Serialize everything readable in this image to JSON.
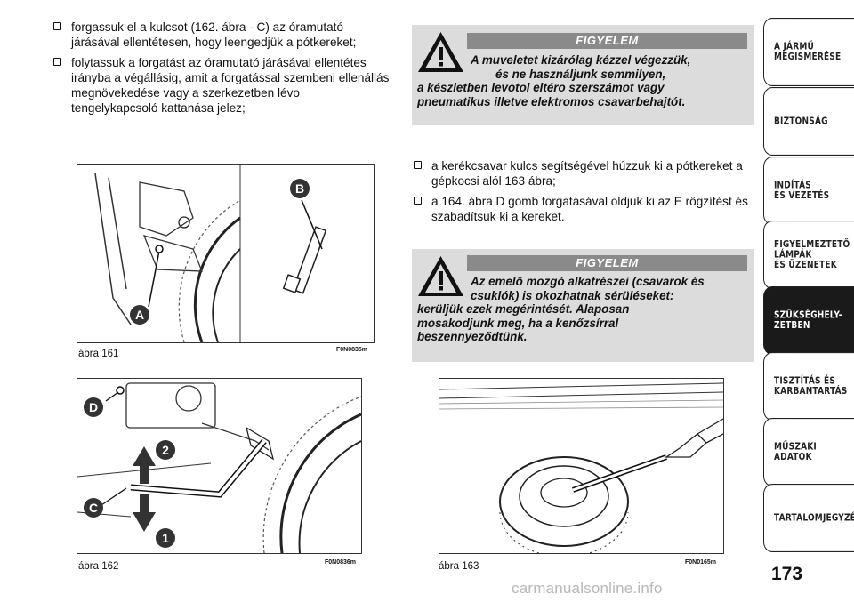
{
  "left_bullets": [
    {
      "text": "forgassuk el a kulcsot (162. ábra - C) az óramutató járásával ellentétesen, hogy leengedjük a pótkereket;"
    },
    {
      "text": "folytassuk a forgatást az óramutató járásával ellentétes irányba a végállásig, amit a forgatással szembeni ellenállás megnövekedése vagy a szerkezetben lévo tengelykapcsoló kattanása jelez;"
    }
  ],
  "right_bullets": [
    {
      "text": "a kerékcsavar kulcs segítségével húzzuk ki a pótkereket a gépkocsi alól 163 ábra;"
    },
    {
      "text": "a 164. ábra D gomb forgatásával oldjuk ki az E rögzítést és szabadítsuk ki a kereket."
    }
  ],
  "warning1": {
    "header": "FIGYELEM",
    "line1": "A muveletet kizárólag kézzel végezzük,",
    "line2": "és ne használjunk semmilyen,",
    "line3": "a készletben levotol eltéro szerszámot vagy",
    "line4": "pneumatikus illetve elektromos csavarbehajtót."
  },
  "warning2": {
    "header": "FIGYELEM",
    "line1": "Az emelő mozgó alkatrészei (csavarok és",
    "line2": "csuklók) is okozhatnak sérüléseket:",
    "line3": "kerüljük ezek megérintését. Alaposan",
    "line4": "mosakodjunk meg, ha a kenőzsírral",
    "line5": "beszennyeződtünk."
  },
  "figures": {
    "fig161": {
      "caption": "ábra 161",
      "code": "F0N0835m",
      "label_a": "A",
      "label_b": "B"
    },
    "fig162": {
      "caption": "ábra 162",
      "code": "F0N0836m",
      "label_d": "D",
      "label_c": "C",
      "label_1": "1",
      "label_2": "2"
    },
    "fig163": {
      "caption": "ábra 163",
      "code": "F0N0165m"
    }
  },
  "sidebar": {
    "tabs": [
      {
        "label": "A JÁRMŰ\nMEGISMERÉSE",
        "active": false
      },
      {
        "label": "BIZTONSÁG",
        "active": false
      },
      {
        "label": "INDÍTÁS\nÉS VEZETÉS",
        "active": false
      },
      {
        "label": "FIGYELMEZTETŐ\nLÁMPÁK\nÉS ÜZENETEK",
        "active": false
      },
      {
        "label": "SZÜKSÉGHELY-\nZETBEN",
        "active": true
      },
      {
        "label": "TISZTÍTÁS ÉS\nKARBANTARTÁS",
        "active": false
      },
      {
        "label": "MŰSZAKI\nADATOK",
        "active": false
      },
      {
        "label": "TARTALOMJEGYZÉK",
        "active": false
      }
    ]
  },
  "page_number": "173",
  "watermark": "carmanualsonline.info"
}
